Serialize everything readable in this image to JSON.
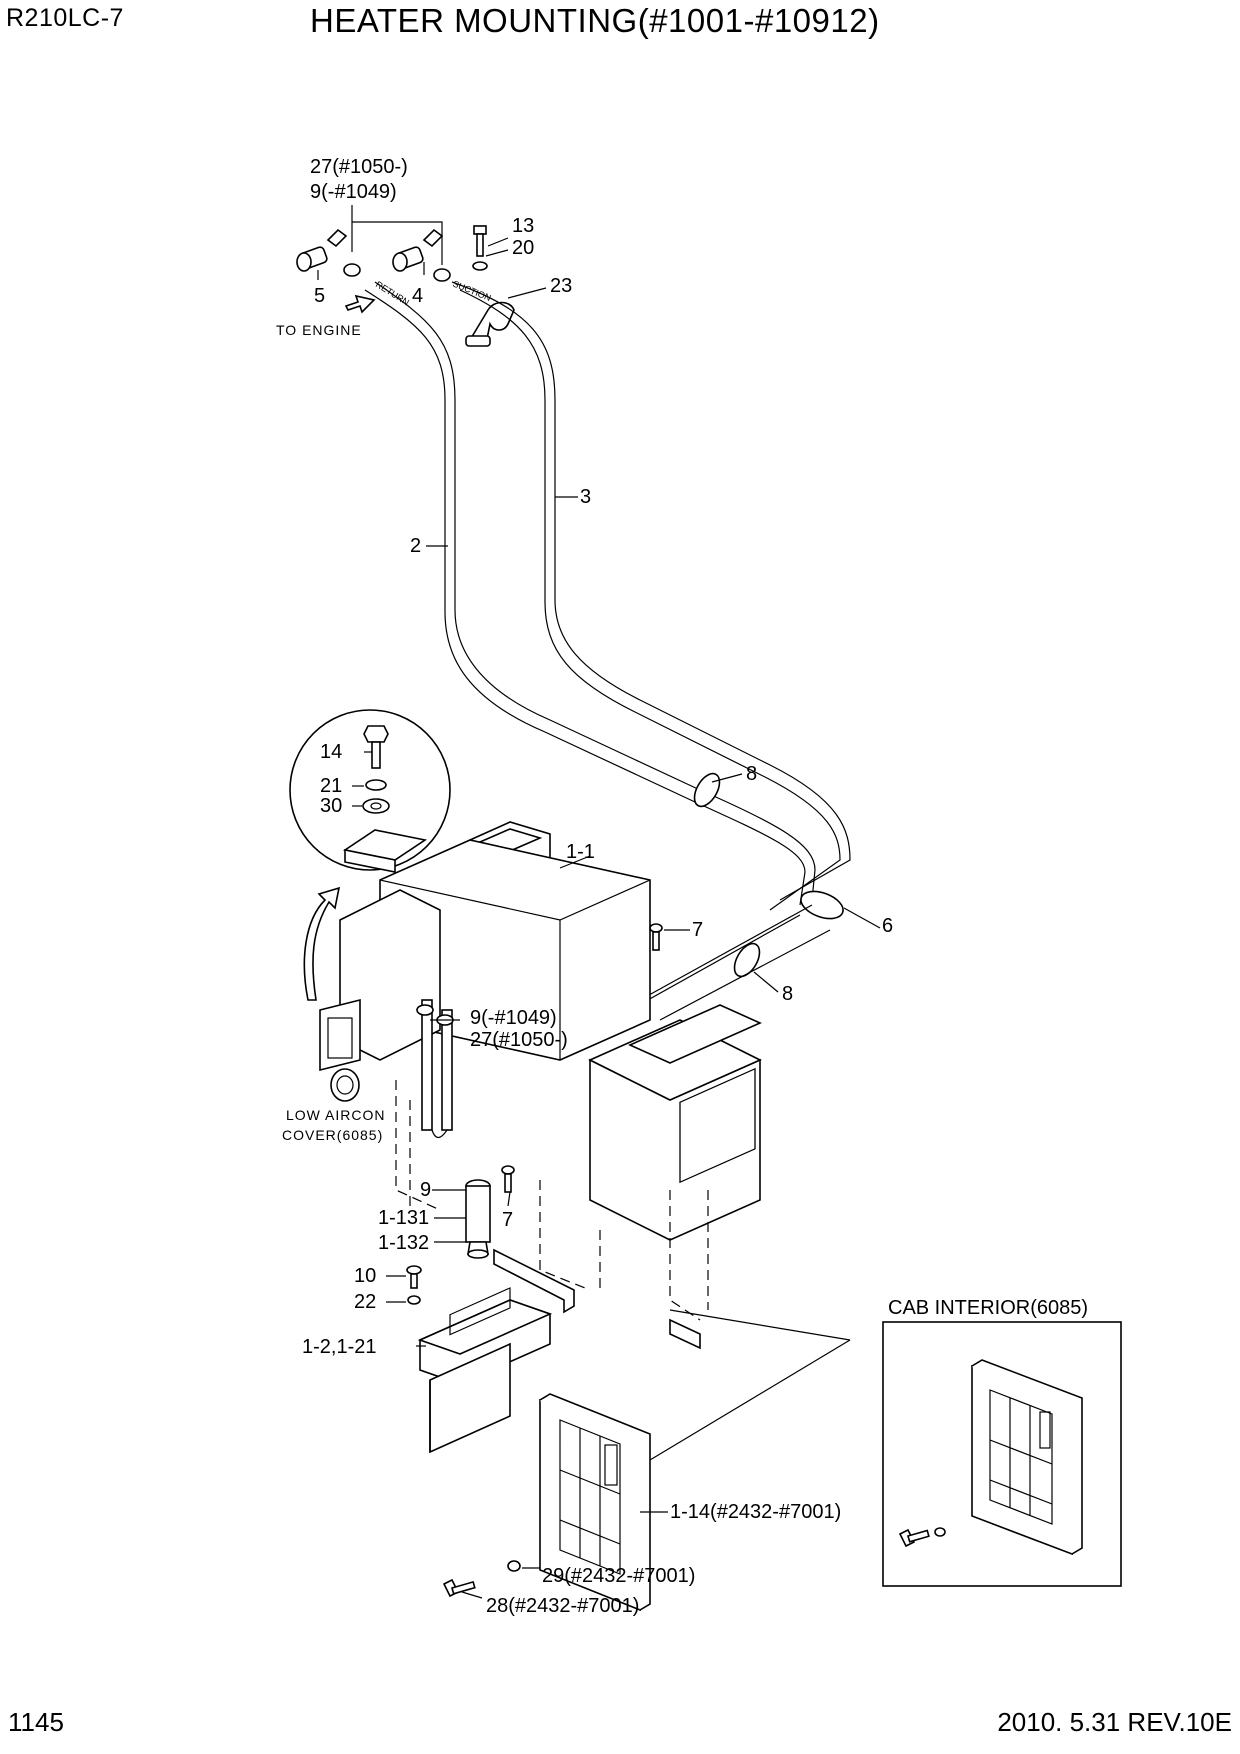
{
  "header": {
    "model": "R210LC-7",
    "title": "HEATER MOUNTING(#1001-#10912)"
  },
  "footer": {
    "page_number": "1145",
    "revision": "2010. 5.31  REV.10E"
  },
  "callouts": {
    "c27_top": "27(#1050-)",
    "c9_top": "9(-#1049)",
    "c13": "13",
    "c20": "20",
    "c23": "23",
    "c5": "5",
    "c4": "4",
    "to_engine": "TO ENGINE",
    "return_hose": "RETURN",
    "suction_hose": "SUCTION",
    "c3": "3",
    "c2": "2",
    "c14": "14",
    "c21": "21",
    "c30": "30",
    "c8a": "8",
    "c1_1": "1-1",
    "c6": "6",
    "c7a": "7",
    "c8b": "8",
    "c9_mid": "9(-#1049)",
    "c27_mid": "27(#1050-)",
    "low_aircon_1": "LOW AIRCON",
    "low_aircon_2": "COVER(6085)",
    "c9": "9",
    "c1_131": "1-131",
    "c7b": "7",
    "c1_132": "1-132",
    "c10": "10",
    "c22": "22",
    "c1_2": "1-2,1-21",
    "cab_interior": "CAB INTERIOR(6085)",
    "c1_14": "1-14(#2432-#7001)",
    "c29": "29(#2432-#7001)",
    "c28": "28(#2432-#7001)"
  }
}
